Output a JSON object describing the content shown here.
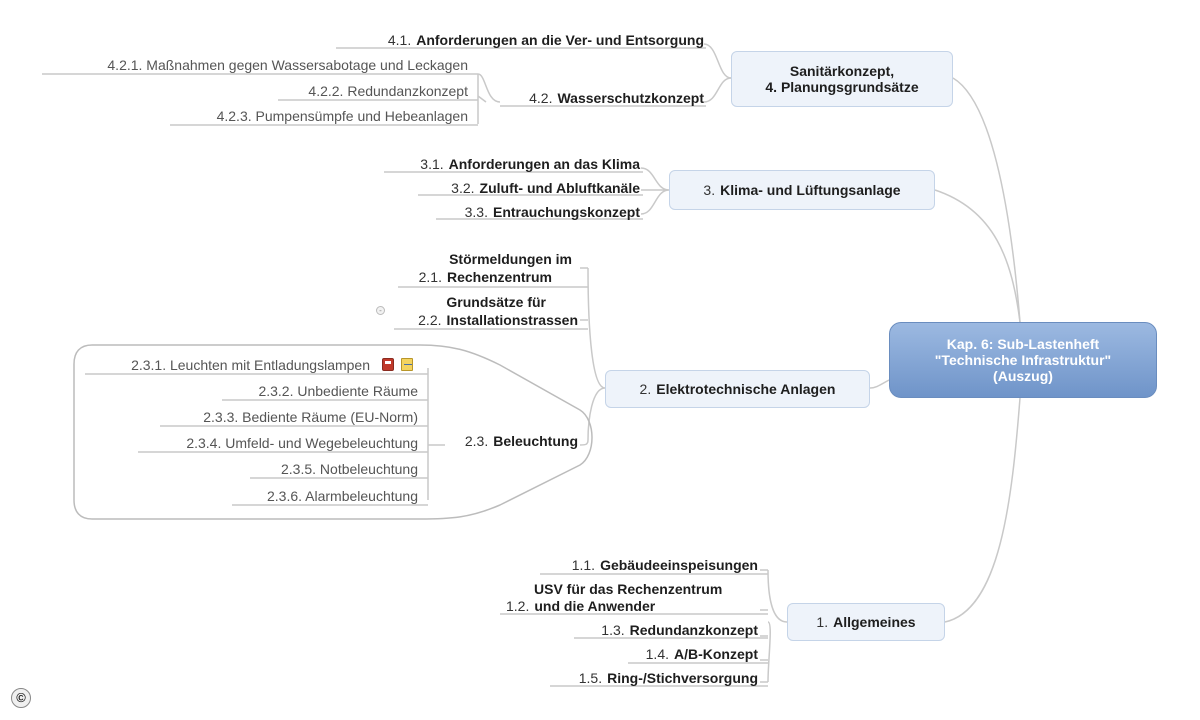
{
  "central": {
    "line1": "Kap. 6: Sub-Lastenheft",
    "line2": "\"Technische Infrastruktur\"",
    "line3": "(Auszug)"
  },
  "branches": {
    "b4": {
      "title_line1": "Sanitärkonzept,",
      "title_line2": "4. Planungsgrundsätze",
      "items": {
        "i41": {
          "num": "4.1.",
          "label": "Anforderungen an die Ver- und Entsorgung"
        },
        "i42": {
          "num": "4.2.",
          "label": "Wasserschutzkonzept"
        },
        "i421": "4.2.1. Maßnahmen gegen Wassersabotage und Leckagen",
        "i422": "4.2.2. Redundanzkonzept",
        "i423": "4.2.3. Pumpensümpfe und Hebeanlagen"
      }
    },
    "b3": {
      "num": "3.",
      "title": "Klima- und Lüftungsanlage",
      "items": {
        "i31": {
          "num": "3.1.",
          "label": "Anforderungen an das Klima"
        },
        "i32": {
          "num": "3.2.",
          "label": "Zuluft- und Abluftkanäle"
        },
        "i33": {
          "num": "3.3.",
          "label": "Entrauchungskonzept"
        }
      }
    },
    "b2": {
      "num": "2.",
      "title": "Elektrotechnische Anlagen",
      "items": {
        "i21": {
          "num": "2.1.",
          "label_line1": "Störmeldungen im",
          "label_line2": "Rechenzentrum"
        },
        "i22": {
          "num": "2.2.",
          "label_line1": "Grundsätze für",
          "label_line2": "Installationstrassen"
        },
        "i23": {
          "num": "2.3.",
          "label": "Beleuchtung"
        },
        "i231": "2.3.1. Leuchten mit Entladungslampen",
        "i232": "2.3.2. Unbediente Räume",
        "i233": "2.3.3. Bediente Räume (EU-Norm)",
        "i234": "2.3.4. Umfeld- und Wegebeleuchtung",
        "i235": "2.3.5. Notbeleuchtung",
        "i236": "2.3.6. Alarmbeleuchtung"
      }
    },
    "b1": {
      "num": "1.",
      "title": "Allgemeines",
      "items": {
        "i11": {
          "num": "1.1.",
          "label": "Gebäudeeinspeisungen"
        },
        "i12": {
          "num": "1.2.",
          "label_line1": "USV für das Rechenzentrum",
          "label_line2": "und die Anwender"
        },
        "i13": {
          "num": "1.3.",
          "label": "Redundanzkonzept"
        },
        "i14": {
          "num": "1.4.",
          "label": "A/B-Konzept"
        },
        "i15": {
          "num": "1.5.",
          "label": "Ring-/Stichversorgung"
        }
      }
    }
  },
  "icons": {
    "pdf": "pdf-attachment-icon",
    "note": "note-icon",
    "collapse": "collapse-toggle-icon",
    "copyright": "copyright-icon"
  },
  "copyright_symbol": "©",
  "colors": {
    "central_top": "#9cb9e1",
    "central_bottom": "#6f94c9",
    "branch_box": "#eef3fa",
    "connector": "#c9c9c9"
  }
}
